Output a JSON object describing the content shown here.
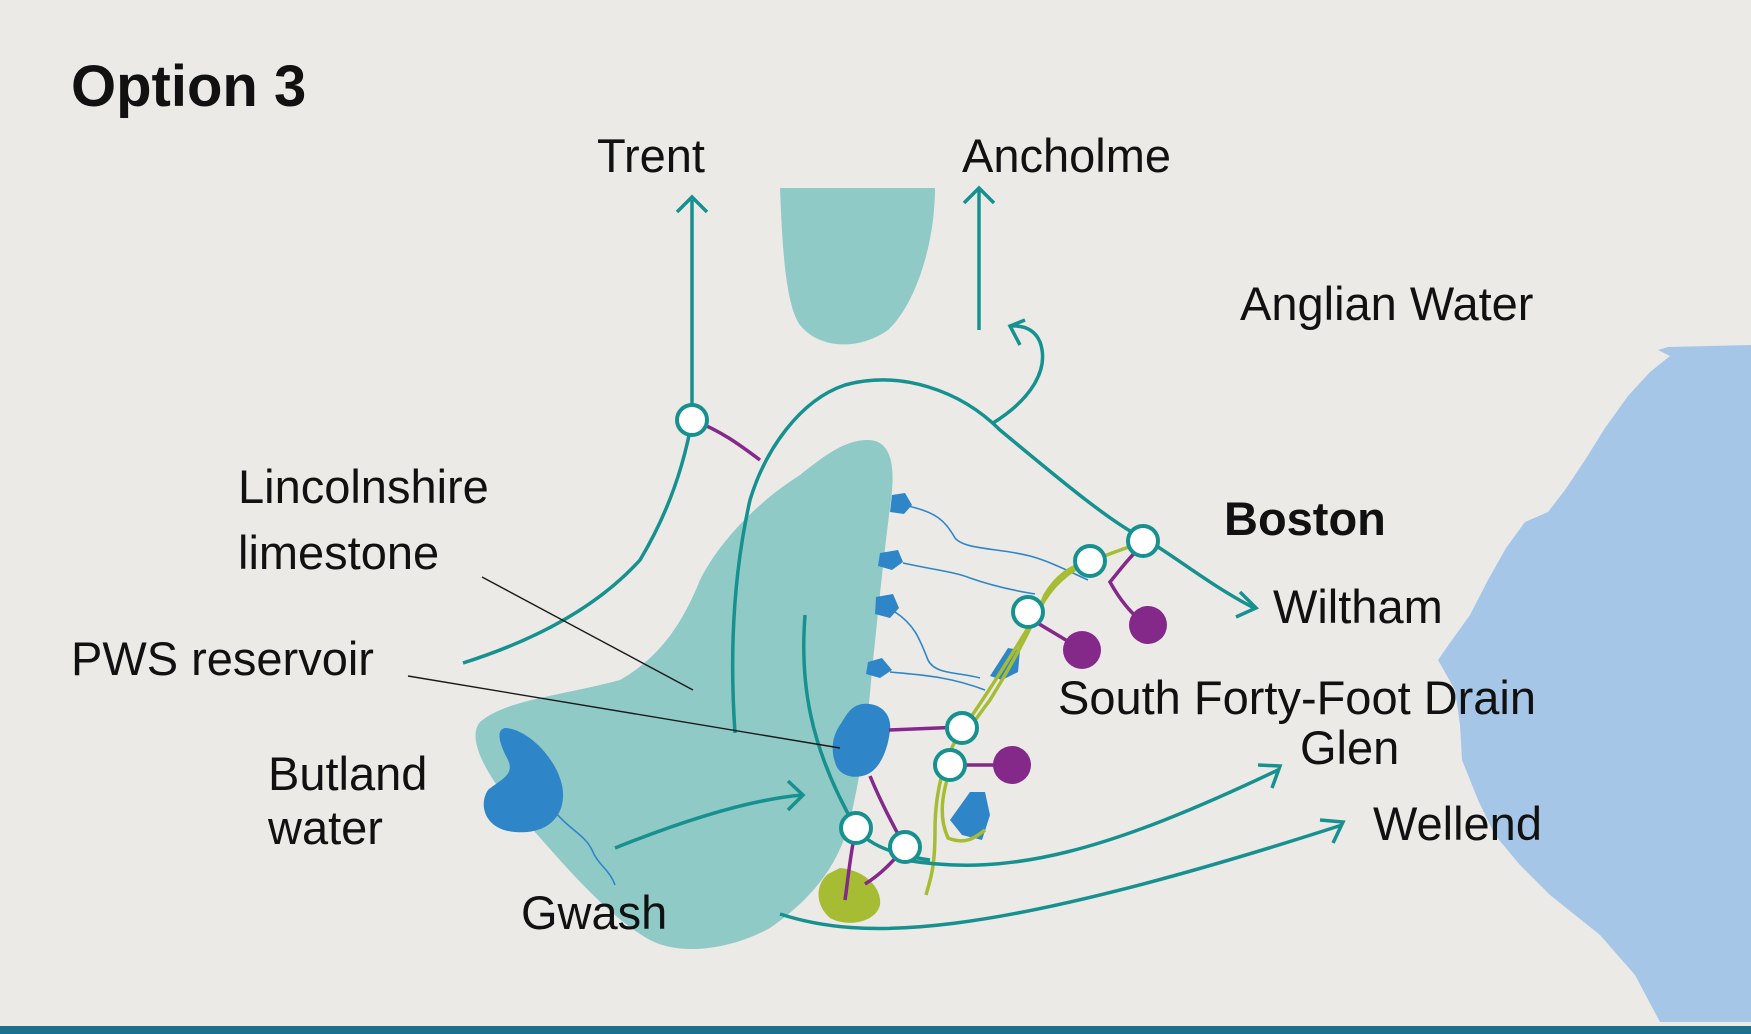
{
  "title": "Option 3",
  "labels": {
    "trent": "Trent",
    "ancholme": "Ancholme",
    "anglian_water": "Anglian Water",
    "lincolnshire_limestone_line1": "Lincolnshire",
    "lincolnshire_limestone_line2": "limestone",
    "boston": "Boston",
    "witham": "Wiltham",
    "pws_reservoir": "PWS reservoir",
    "south_forty_foot_drain": "South Forty-Foot Drain",
    "glen": "Glen",
    "butland_water_line1": "Butland",
    "butland_water_line2": "water",
    "wellend": "Wellend",
    "gwash": "Gwash"
  },
  "colors": {
    "background": "#ebeae7",
    "limestone_aquifer": "#90cac6",
    "sea": "#a6c6e8",
    "river_teal": "#16918f",
    "reservoir_blue": "#2e86c8",
    "purple_link": "#84288a",
    "lime_link": "#a6bc32",
    "bottom_bar": "#1d6f8e"
  }
}
